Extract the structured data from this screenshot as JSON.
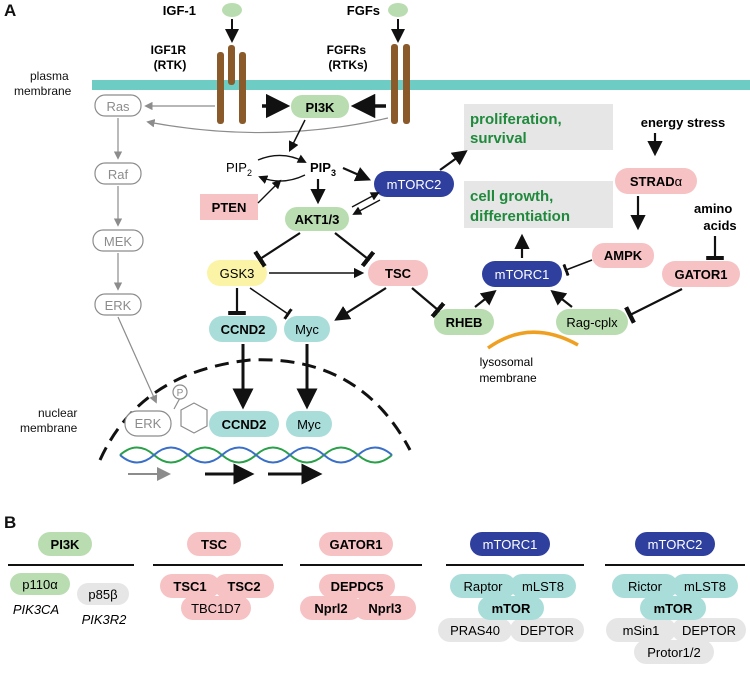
{
  "panel_a": {
    "label": "A",
    "ligands": {
      "igf1": "IGF-1",
      "fgfs": "FGFs"
    },
    "receptors": {
      "igf1r_line1": "IGF1R",
      "igf1r_line2": "(RTK)",
      "fgfrs_line1": "FGFRs",
      "fgfrs_line2": "(RTKs)"
    },
    "membranes": {
      "plasma_line1": "plasma",
      "plasma_line2": "membrane",
      "nuclear_line1": "nuclear",
      "nuclear_line2": "membrane",
      "lysosomal_line1": "lysosomal",
      "lysosomal_line2": "membrane"
    },
    "mapk": {
      "ras": "Ras",
      "raf": "Raf",
      "mek": "MEK",
      "erk": "ERK",
      "erk_nuclear": "ERK",
      "phospho": "P"
    },
    "nodes": {
      "pi3k": "PI3K",
      "pip2_base": "PIP",
      "pip2_sub": "2",
      "pip3_base": "PIP",
      "pip3_sub": "3",
      "pten": "PTEN",
      "akt": "AKT1/3",
      "mtorc2": "mTORC2",
      "gsk3": "GSK3",
      "tsc": "TSC",
      "ccnd2": "CCND2",
      "myc": "Myc",
      "ccnd2_nuclear": "CCND2",
      "myc_nuclear": "Myc",
      "rheb": "RHEB",
      "mtorc1": "mTORC1",
      "rag": "Rag-cplx",
      "ampk": "AMPK",
      "strada_base": "STRAD",
      "strada_greek": "α",
      "gator1": "GATOR1",
      "energy_stress": "energy stress",
      "amino_line1": "amino",
      "amino_line2": "acids"
    },
    "outcomes": {
      "prolif_line1": "proliferation,",
      "prolif_line2": "survival",
      "growth_line1": "cell growth,",
      "growth_line2": "differentiation"
    }
  },
  "panel_b": {
    "label": "B",
    "pi3k": {
      "header": "PI3K",
      "p110_base": "p110",
      "p110_greek": "α",
      "p85_base": "p85",
      "p85_greek": "β",
      "gene1": "PIK3CA",
      "gene2": "PIK3R2"
    },
    "tsc": {
      "header": "TSC",
      "sub1": "TSC1",
      "sub2": "TSC2",
      "sub3": "TBC1D7"
    },
    "gator1": {
      "header": "GATOR1",
      "sub1": "DEPDC5",
      "sub2": "Nprl2",
      "sub3": "Nprl3"
    },
    "mtorc1": {
      "header": "mTORC1",
      "sub1": "Raptor",
      "sub2": "mLST8",
      "sub3": "mTOR",
      "sub4": "PRAS40",
      "sub5": "DEPTOR"
    },
    "mtorc2": {
      "header": "mTORC2",
      "sub1": "Rictor",
      "sub2": "mLST8",
      "sub3": "mTOR",
      "sub4": "mSin1",
      "sub5": "DEPTOR",
      "sub6": "Protor1/2"
    }
  },
  "colors": {
    "membrane": "#6dcdc4",
    "receptor": "#8b5a2b",
    "green": "#b9ddb0",
    "pink": "#f6c2c4",
    "teal": "#a9ddd9",
    "navy": "#2e3f9e",
    "yellow": "#fbf4a6",
    "grey_box": "#e6e6e6",
    "outcome_text": "#1f8a3c",
    "mapk_grey": "#8c8c8c",
    "lysosome": "#f0a020",
    "dna1": "#2aa04a",
    "dna2": "#3a6fc8"
  }
}
